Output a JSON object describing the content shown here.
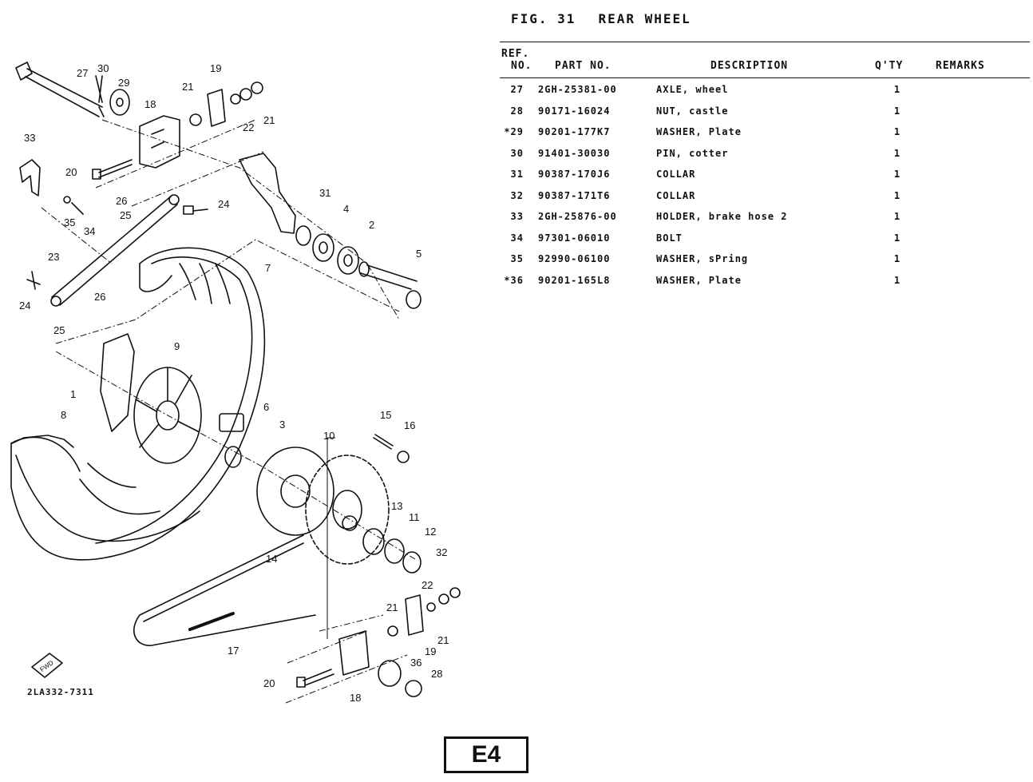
{
  "figure": {
    "number": "FIG. 31",
    "title": "REAR WHEEL"
  },
  "columns": {
    "ref_line1": "REF.",
    "ref_line2": "NO.",
    "part_no": "PART NO.",
    "description": "DESCRIPTION",
    "qty": "Q'TY",
    "remarks": "REMARKS"
  },
  "parts": [
    {
      "ref": "27",
      "part_no": "2GH-25381-00",
      "description": "AXLE, wheel",
      "qty": "1"
    },
    {
      "ref": "28",
      "part_no": "90171-16024",
      "description": "NUT, castle",
      "qty": "1"
    },
    {
      "ref": "*29",
      "part_no": "90201-177K7",
      "description": "WASHER, Plate",
      "qty": "1"
    },
    {
      "ref": "30",
      "part_no": "91401-30030",
      "description": "PIN, cotter",
      "qty": "1"
    },
    {
      "ref": "31",
      "part_no": "90387-170J6",
      "description": "COLLAR",
      "qty": "1"
    },
    {
      "ref": "32",
      "part_no": "90387-171T6",
      "description": "COLLAR",
      "qty": "1"
    },
    {
      "ref": "33",
      "part_no": "2GH-25876-00",
      "description": "HOLDER, brake hose 2",
      "qty": "1"
    },
    {
      "ref": "34",
      "part_no": "97301-06010",
      "description": "BOLT",
      "qty": "1"
    },
    {
      "ref": "35",
      "part_no": "92990-06100",
      "description": "WASHER, sPring",
      "qty": "1"
    },
    {
      "ref": "*36",
      "part_no": "90201-165L8",
      "description": "WASHER, Plate",
      "qty": "1"
    }
  ],
  "diagram": {
    "code": "2LA332-7311",
    "fwd_label": "FWD",
    "callouts": [
      "27",
      "30",
      "29",
      "18",
      "21",
      "19",
      "22",
      "21",
      "33",
      "20",
      "26",
      "25",
      "24",
      "31",
      "4",
      "2",
      "5",
      "35",
      "34",
      "7",
      "23",
      "24",
      "26",
      "25",
      "9",
      "1",
      "6",
      "8",
      "3",
      "15",
      "16",
      "10",
      "13",
      "11",
      "12",
      "14",
      "32",
      "22",
      "21",
      "19",
      "21",
      "17",
      "20",
      "18",
      "36",
      "28"
    ]
  },
  "page_label": "E4"
}
